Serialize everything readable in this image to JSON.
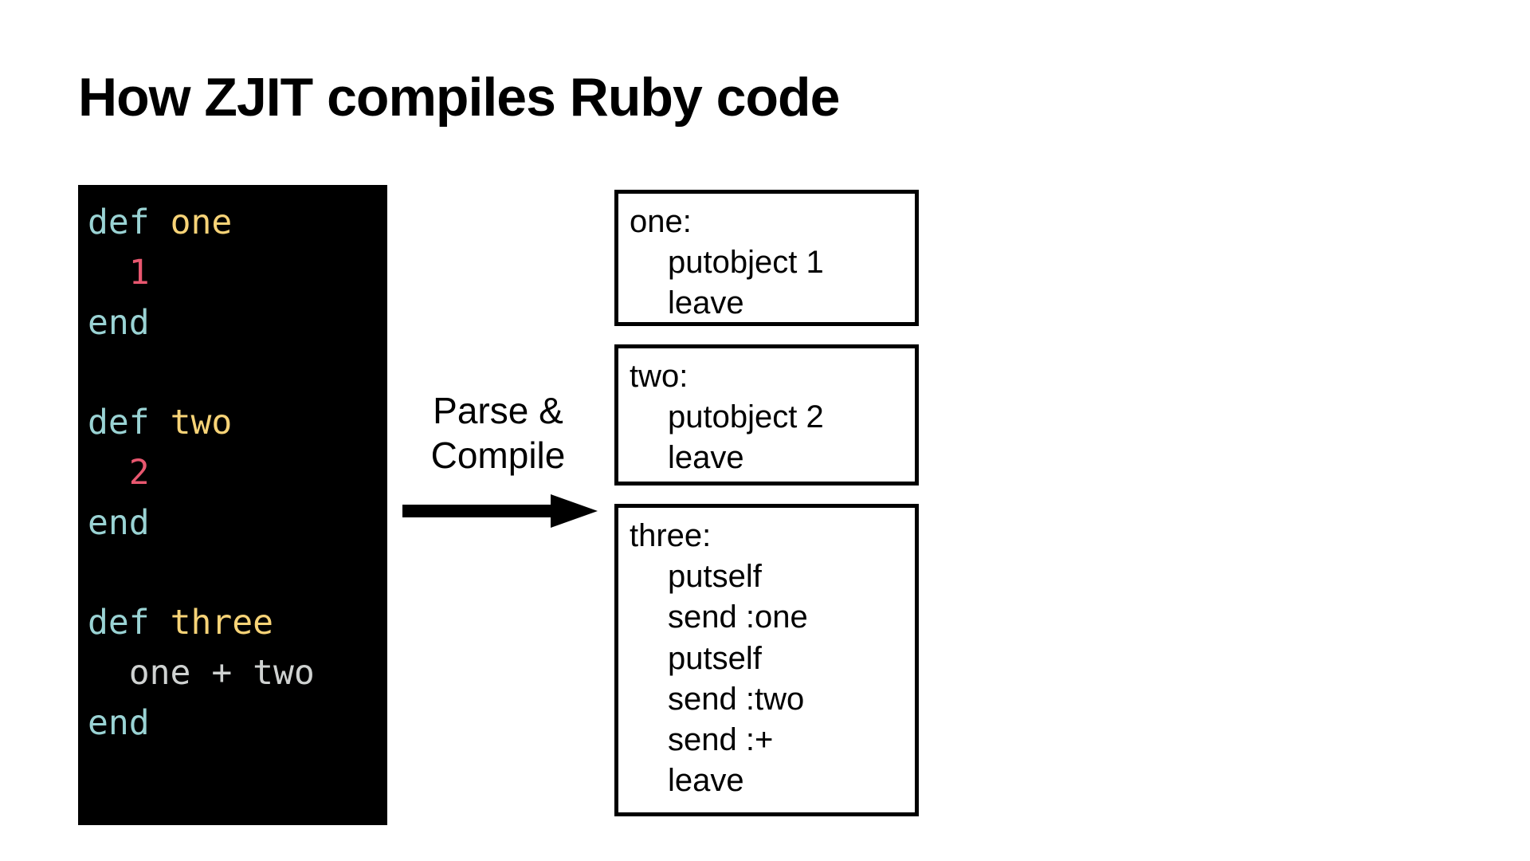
{
  "title": "How ZJIT compiles Ruby code",
  "colors": {
    "background": "#ffffff",
    "code_background": "#000000",
    "keyword": "#9ad3d4",
    "method_name": "#f7d377",
    "number": "#e8576f",
    "identifier": "#cfd2d1",
    "box_border": "#000000",
    "text": "#000000"
  },
  "source_code": {
    "language": "ruby",
    "lines": [
      {
        "tokens": [
          {
            "text": "def ",
            "type": "keyword"
          },
          {
            "text": "one",
            "type": "method_name"
          }
        ]
      },
      {
        "tokens": [
          {
            "text": "  ",
            "type": "plain"
          },
          {
            "text": "1",
            "type": "number"
          }
        ]
      },
      {
        "tokens": [
          {
            "text": "end",
            "type": "keyword"
          }
        ]
      },
      {
        "tokens": [
          {
            "text": " ",
            "type": "plain"
          }
        ]
      },
      {
        "tokens": [
          {
            "text": "def ",
            "type": "keyword"
          },
          {
            "text": "two",
            "type": "method_name"
          }
        ]
      },
      {
        "tokens": [
          {
            "text": "  ",
            "type": "plain"
          },
          {
            "text": "2",
            "type": "number"
          }
        ]
      },
      {
        "tokens": [
          {
            "text": "end",
            "type": "keyword"
          }
        ]
      },
      {
        "tokens": [
          {
            "text": " ",
            "type": "plain"
          }
        ]
      },
      {
        "tokens": [
          {
            "text": "def ",
            "type": "keyword"
          },
          {
            "text": "three",
            "type": "method_name"
          }
        ]
      },
      {
        "tokens": [
          {
            "text": "  one + two",
            "type": "identifier"
          }
        ]
      },
      {
        "tokens": [
          {
            "text": "end",
            "type": "keyword"
          }
        ]
      }
    ]
  },
  "transform": {
    "label_line1": "Parse &",
    "label_line2": "Compile",
    "arrow_direction": "right"
  },
  "bytecode": [
    {
      "label": "one:",
      "instructions": [
        "putobject 1",
        "leave"
      ]
    },
    {
      "label": "two:",
      "instructions": [
        "putobject 2",
        "leave"
      ]
    },
    {
      "label": "three:",
      "instructions": [
        "putself",
        "send :one",
        "putself",
        "send :two",
        "send :+",
        "leave"
      ]
    }
  ]
}
